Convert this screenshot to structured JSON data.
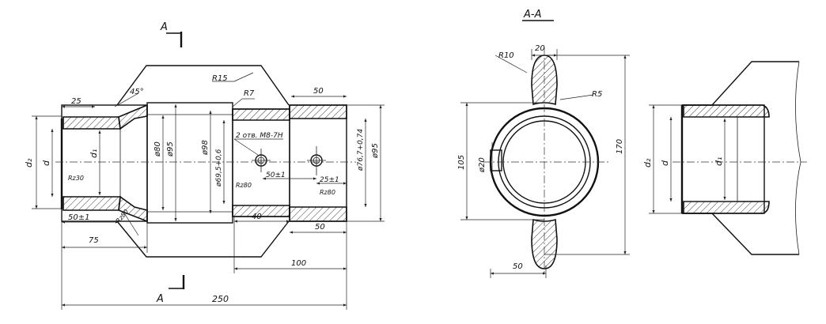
{
  "main_view": {
    "section_mark_top": "A",
    "section_mark_bottom": "A",
    "dims": {
      "d25": "25",
      "angle45": "45°",
      "r15": "R15",
      "r7": "R7",
      "d50_top": "50",
      "holes_note": "2 отв. M8-7H",
      "d50pm1_mid": "50±1",
      "d25pm1": "25±1",
      "rz30": "Rz30",
      "rz80": "Rz80",
      "d50pm1_low": "50±1",
      "d75": "75",
      "d40": "40",
      "d50_low": "50",
      "d100": "100",
      "d250": "250",
      "d2": "d₂",
      "d": "d",
      "d1": "d₁",
      "dia80": "ø80",
      "dia95": "ø95",
      "dia98": "ø98",
      "dia69": "ø69,5+0,6",
      "dia76": "ø76,7+0,74",
      "dia95_r": "ø95"
    }
  },
  "section_aa": {
    "title": "A-A",
    "dims": {
      "r10": "R10",
      "d20": "20",
      "r5": "R5",
      "d105": "105",
      "dia20": "ø20",
      "d170": "170",
      "d50": "50"
    }
  },
  "detail_view": {
    "d2": "d₂",
    "d": "d",
    "d1": "d₁"
  }
}
